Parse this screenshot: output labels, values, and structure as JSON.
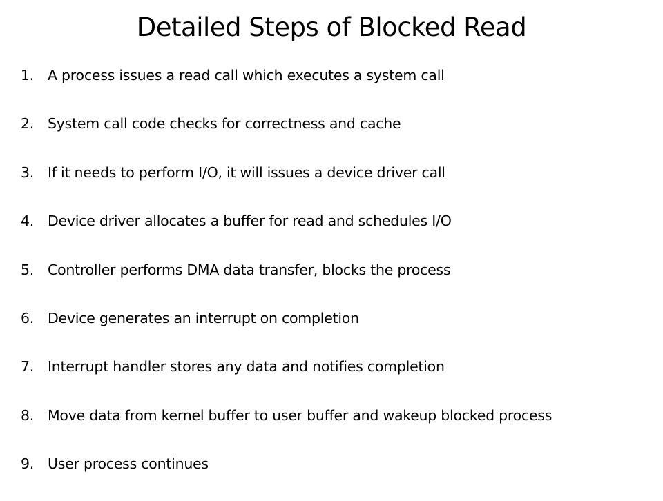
{
  "slide": {
    "title": "Detailed Steps of Blocked Read",
    "steps": [
      {
        "number": "1.",
        "text": "A process issues a read call which executes a system call"
      },
      {
        "number": "2.",
        "text": "System call code checks for correctness and cache"
      },
      {
        "number": "3.",
        "text": "If it needs to perform I/O, it will issues a device driver call"
      },
      {
        "number": "4.",
        "text": "Device driver allocates a buffer for read and schedules I/O"
      },
      {
        "number": "5.",
        "text": "Controller performs DMA data transfer, blocks the process"
      },
      {
        "number": "6.",
        "text": "Device generates an interrupt on completion"
      },
      {
        "number": "7.",
        "text": "Interrupt handler stores any data and notifies completion"
      },
      {
        "number": "8.",
        "text": "Move data from kernel buffer to user buffer and wakeup blocked process"
      },
      {
        "number": "9.",
        "text": "User process continues"
      }
    ]
  },
  "colors": {
    "background": "#ffffff",
    "text": "#000000"
  }
}
